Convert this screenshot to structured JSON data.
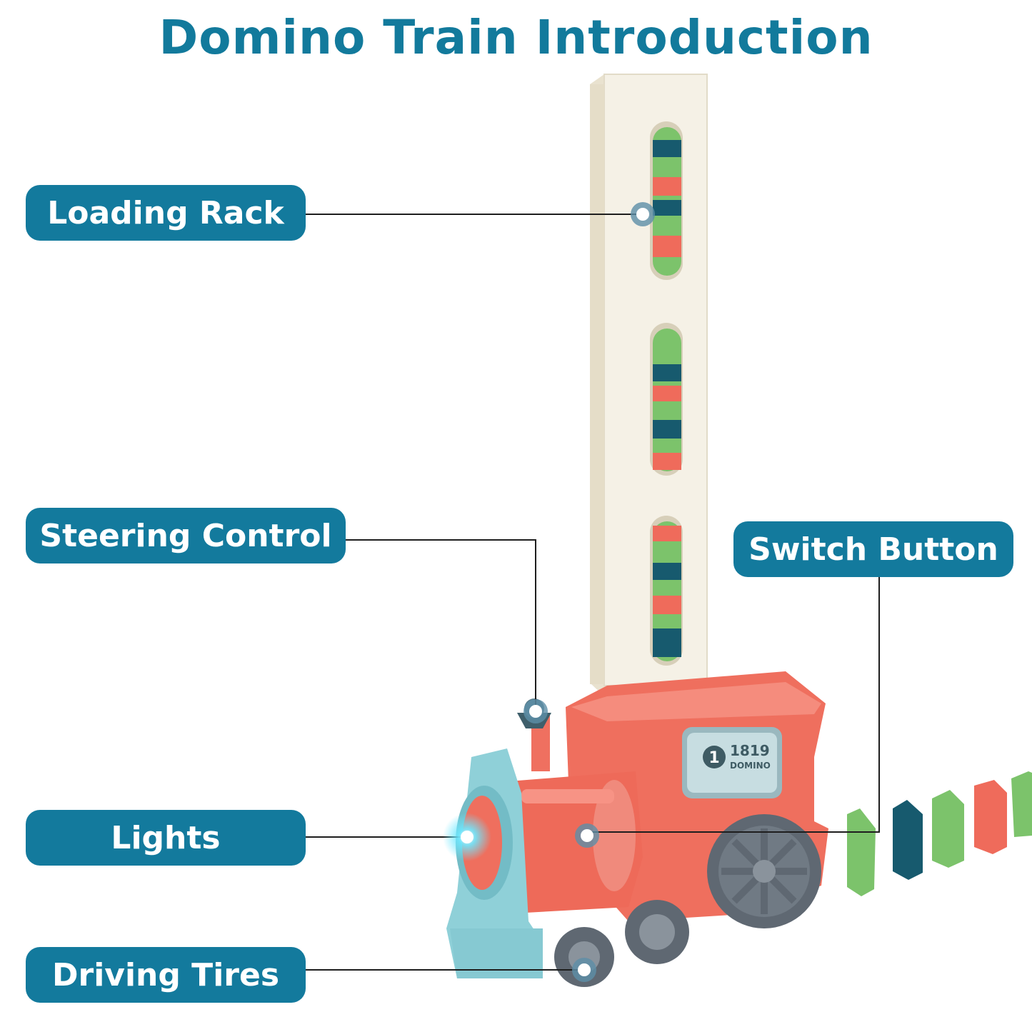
{
  "title": "Domino Train Introduction",
  "labels": {
    "loading_rack": "Loading Rack",
    "steering_control": "Steering Control",
    "switch_button": "Switch Button",
    "lights": "Lights",
    "driving_tires": "Driving Tires"
  },
  "badge": {
    "number": "1",
    "code": "1819",
    "word": "DOMINO"
  },
  "colors": {
    "title": "#127a9c",
    "label_bg": "#137a9d",
    "label_text": "#ffffff",
    "train_body": "#ef6f5e",
    "rack": "#f3efe4",
    "front": "#8fd0d8",
    "wheel": "#5f6872",
    "domino_green": "#7cc36b",
    "domino_teal": "#175a6e",
    "domino_red": "#ef6b5b"
  },
  "icons": [
    "leader-dot",
    "headlight-glow"
  ]
}
